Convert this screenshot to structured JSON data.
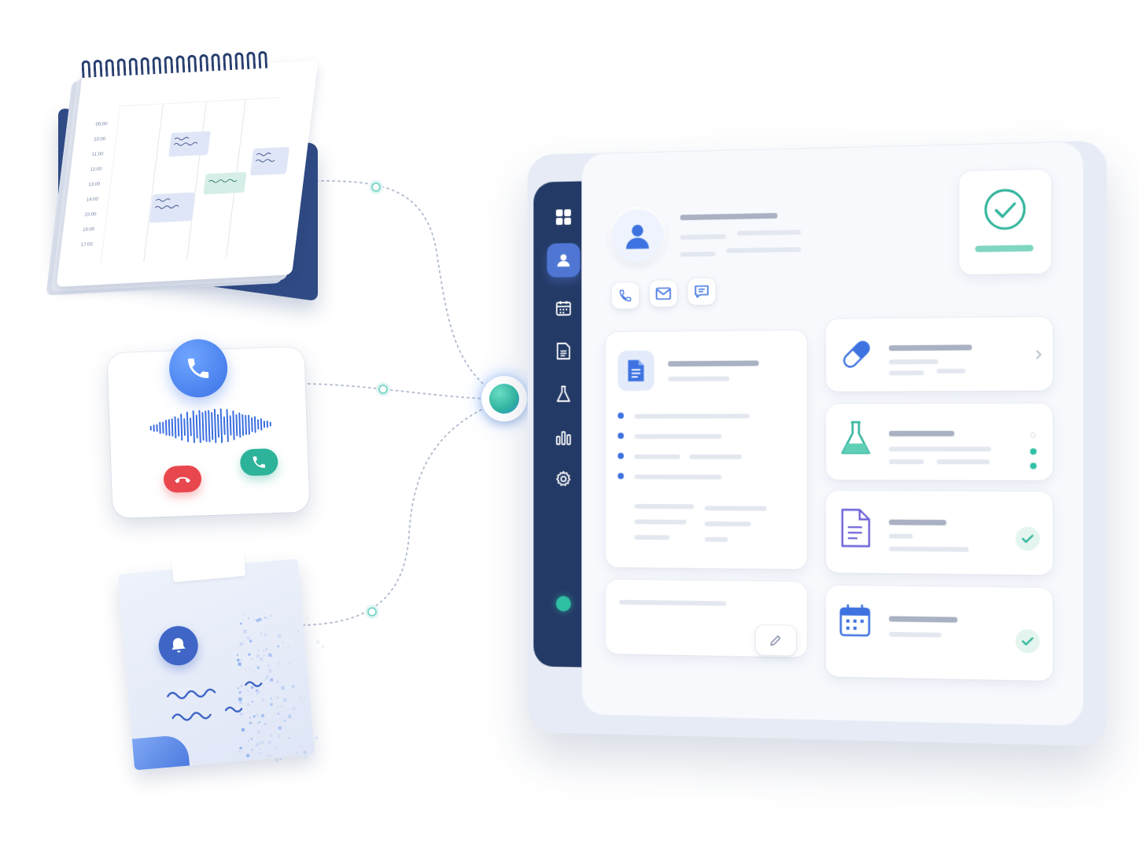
{
  "calendar": {
    "times": [
      "09:00",
      "10:00",
      "11:00",
      "12:00",
      "13:00",
      "14:00",
      "15:00",
      "16:00",
      "17:00"
    ]
  },
  "colors": {
    "navy": "#243a66",
    "primary_blue": "#4f76d3",
    "teal": "#2db39a",
    "danger_red": "#e8474e",
    "background": "#ffffff",
    "panel": "#f7f9fd"
  },
  "icons": {
    "sidebar": [
      "dashboard-grid-icon",
      "user-icon",
      "calendar-icon",
      "document-icon",
      "flask-icon",
      "bar-chart-icon",
      "gear-icon"
    ],
    "contact_actions": [
      "phone-icon",
      "mail-icon",
      "chat-icon"
    ],
    "cards": [
      "document-icon",
      "pill-icon",
      "flask-icon",
      "file-icon",
      "calendar-icon",
      "pencil-icon",
      "check-circle-icon"
    ],
    "call": [
      "phone-icon",
      "hang-up-icon",
      "answer-icon"
    ],
    "note": [
      "bell-icon"
    ]
  }
}
